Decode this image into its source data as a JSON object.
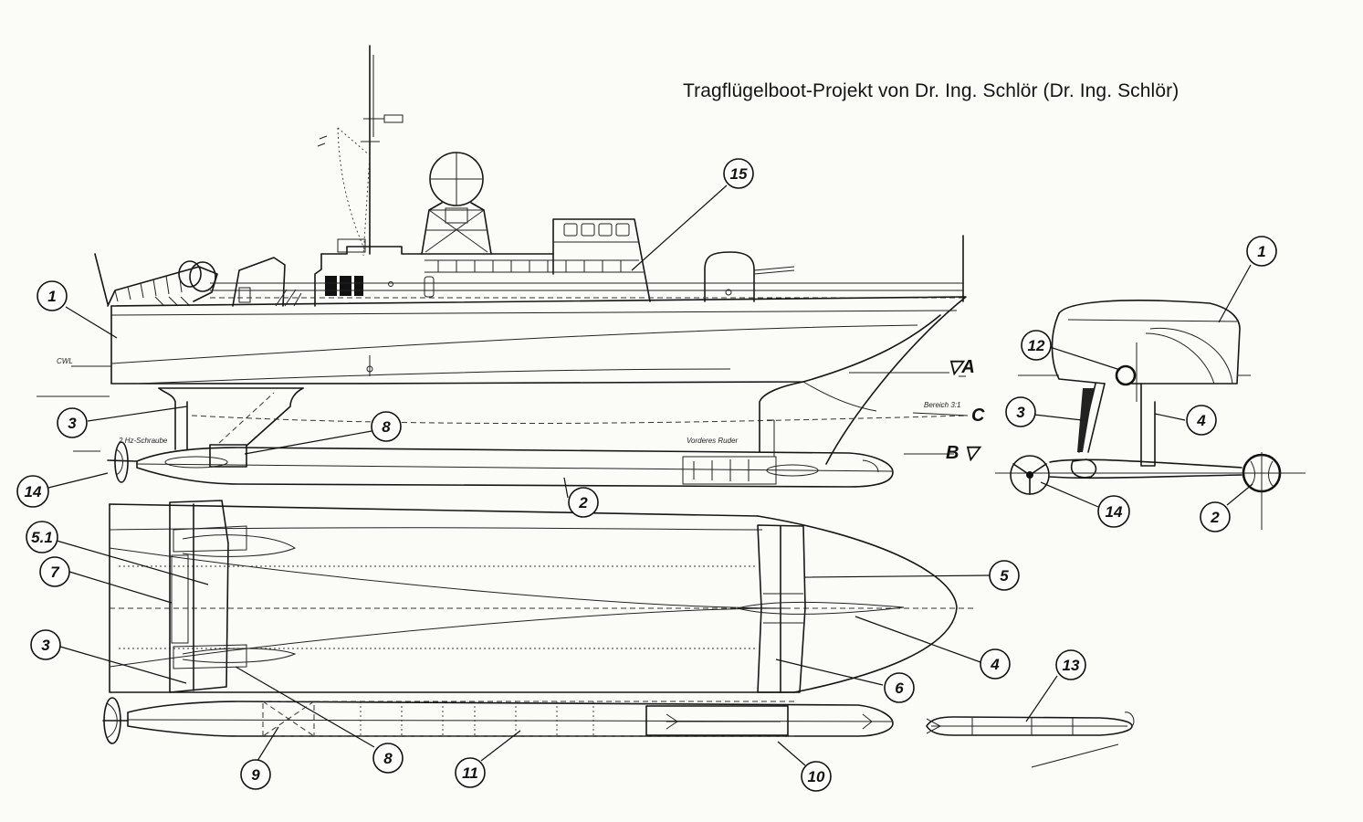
{
  "title": "Tragflügelboot-Projekt von Dr. Ing. Schlör (Dr. Ing. Schlör)",
  "callouts": [
    {
      "id": "c15-side",
      "label": "15"
    },
    {
      "id": "c1-side",
      "label": "1"
    },
    {
      "id": "c3-side",
      "label": "3"
    },
    {
      "id": "c8-side",
      "label": "8"
    },
    {
      "id": "c14-side",
      "label": "14"
    },
    {
      "id": "c2-side",
      "label": "2"
    },
    {
      "id": "c1-front",
      "label": "1"
    },
    {
      "id": "c12-front",
      "label": "12"
    },
    {
      "id": "c3-front",
      "label": "3"
    },
    {
      "id": "c4-front",
      "label": "4"
    },
    {
      "id": "c14-front",
      "label": "14"
    },
    {
      "id": "c2-front",
      "label": "2"
    },
    {
      "id": "c51-plan",
      "label": "5.1"
    },
    {
      "id": "c7-plan",
      "label": "7"
    },
    {
      "id": "c3-plan",
      "label": "3"
    },
    {
      "id": "c5-plan",
      "label": "5"
    },
    {
      "id": "c4-plan",
      "label": "4"
    },
    {
      "id": "c6-plan",
      "label": "6"
    },
    {
      "id": "c13-plan",
      "label": "13"
    },
    {
      "id": "c9-plan",
      "label": "9"
    },
    {
      "id": "c8-plan",
      "label": "8"
    },
    {
      "id": "c11-plan",
      "label": "11"
    },
    {
      "id": "c10-plan",
      "label": "10"
    }
  ],
  "waterline_marks": {
    "a": "▽A",
    "b": "B ▽",
    "c": "C"
  },
  "small_notes": {
    "wl": "CWL",
    "prop": "2 Hz-Schraube",
    "rudder": "Vorderes Ruder",
    "gap": "Bereich 3:1"
  }
}
